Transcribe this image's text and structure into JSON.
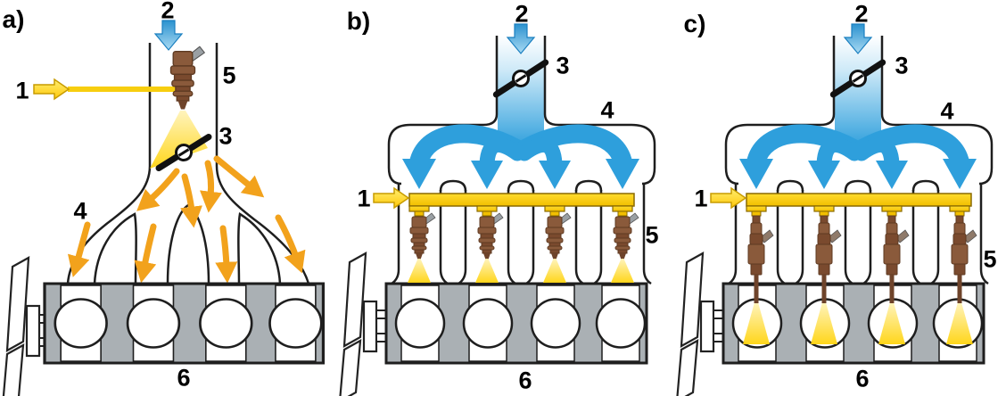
{
  "colors": {
    "air_blue": "#2e9fdc",
    "fuel_yellow": "#ffd30a",
    "flow_orange": "#f2a21c",
    "injector_brown": "#8a5a3b",
    "engine_gray": "#aab0b4",
    "outline_black": "#1e1e1e"
  },
  "panels": [
    {
      "letter": "a)",
      "callouts": {
        "c1": "1",
        "c2": "2",
        "c3": "3",
        "c4": "4",
        "c5": "5",
        "c6": "6"
      }
    },
    {
      "letter": "b)",
      "callouts": {
        "c1": "1",
        "c2": "2",
        "c3": "3",
        "c4": "4",
        "c5": "5",
        "c6": "6"
      }
    },
    {
      "letter": "c)",
      "callouts": {
        "c1": "1",
        "c2": "2",
        "c3": "3",
        "c4": "4",
        "c5": "5",
        "c6": "6"
      }
    }
  ]
}
